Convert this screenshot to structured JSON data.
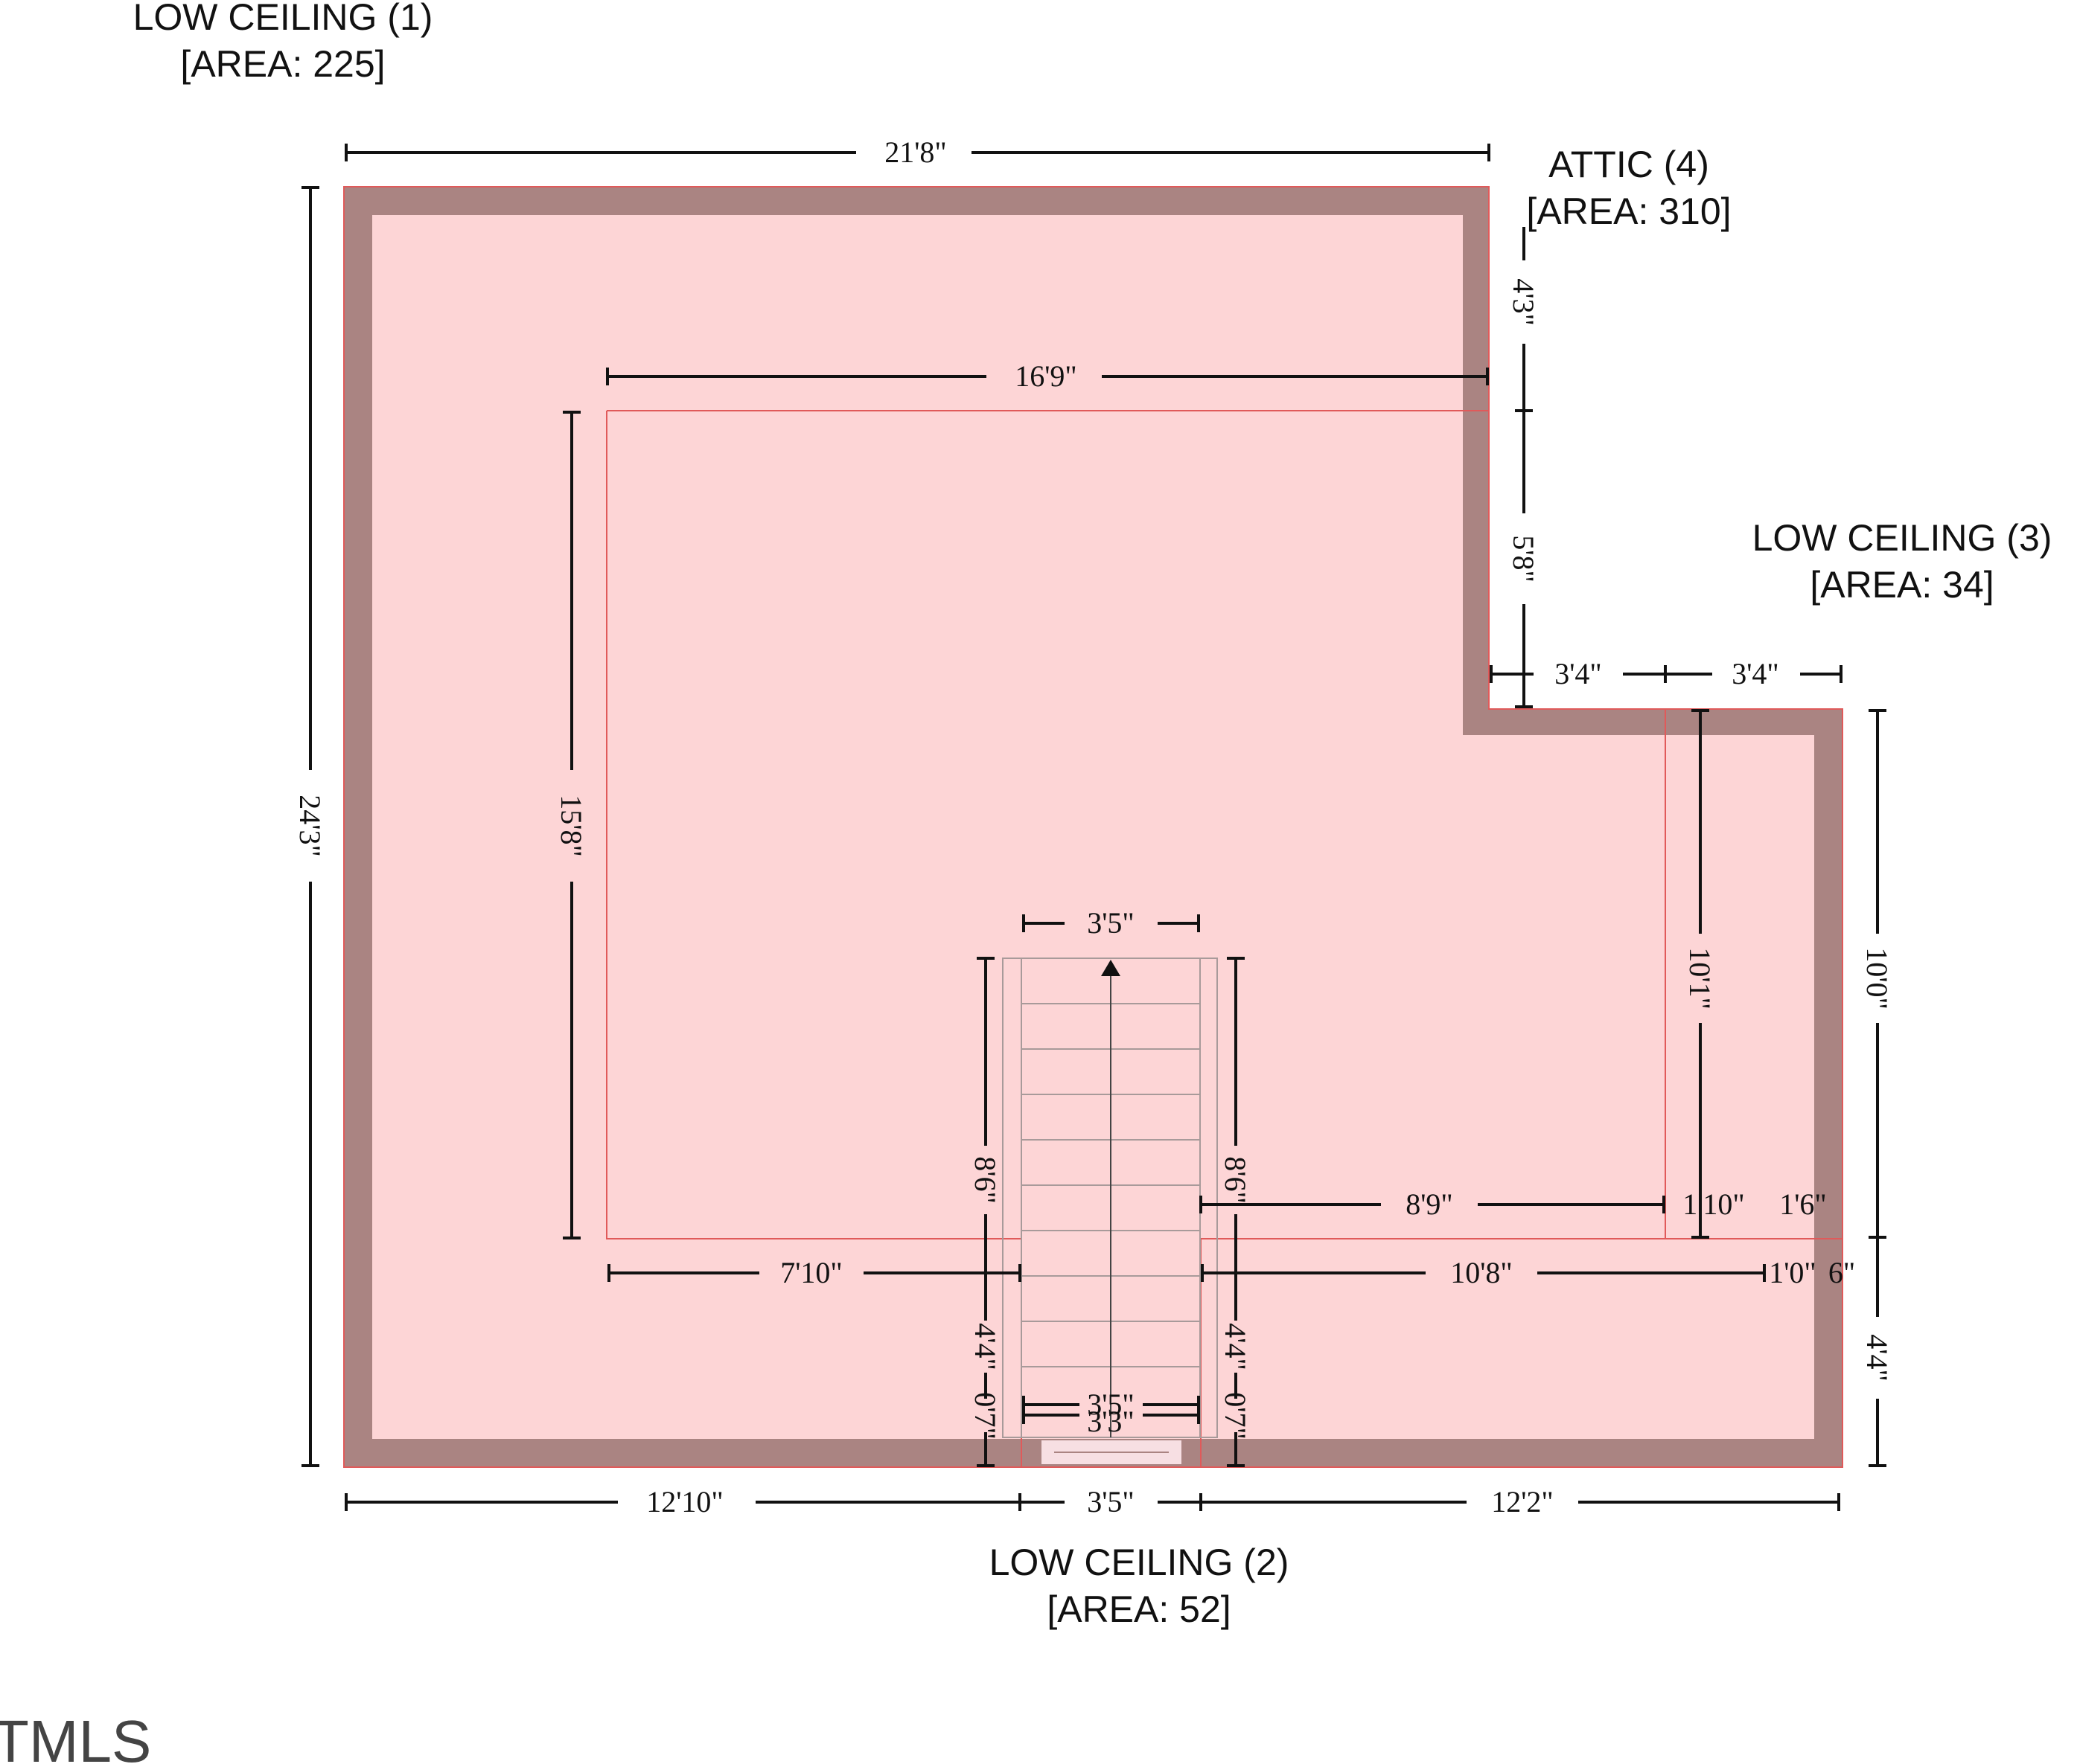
{
  "colors": {
    "floor_fill": "#fdd5d6",
    "wall_fill": "#aa8482",
    "room_line": "#e05a5a",
    "dim_line": "#111111",
    "stair_line": "#a89a9a",
    "door_fill": "#f7dfe3"
  },
  "rooms": {
    "low_ceiling_1": {
      "name": "LOW CEILING (1)",
      "area": "[AREA: 225]"
    },
    "attic_4": {
      "name": "ATTIC (4)",
      "area": "[AREA: 310]"
    },
    "low_ceiling_3": {
      "name": "LOW CEILING (3)",
      "area": "[AREA: 34]"
    },
    "low_ceiling_2": {
      "name": "LOW CEILING (2)",
      "area": "[AREA: 52]"
    }
  },
  "dimensions": {
    "top_width": "21'8\"",
    "attic_width": "16'9\"",
    "left_height": "24'3\"",
    "attic_height": "15'8\"",
    "right_upper": "4'3\"",
    "right_mid": "5'8\"",
    "notch_left": "3'4\"",
    "notch_right": "3'4\"",
    "lc3_height": "10'1\"",
    "right_height_upper": "10'0\"",
    "right_height_lower": "4'4\"",
    "stair_width_top": "3'5\"",
    "stair_left_height": "8'6\"",
    "stair_right_height": "8'6\"",
    "mid_right_span": "8'9\"",
    "lc3_inner_width": "1'10\"",
    "lc3_outer_width": "1'6\"",
    "left_lower_span": "7'10\"",
    "right_lower_span": "10'8\"",
    "right_end_small": "1'0\"",
    "right_end_small_b": "6\"",
    "stair_left_lower": "4'4\"",
    "stair_right_lower": "4'4\"",
    "stair_left_tiny": "0'7\"",
    "stair_right_tiny": "0'7\"",
    "stair_width_low_a": "3'5\"",
    "stair_width_low_b": "3'3\"",
    "bottom_left": "12'10\"",
    "bottom_mid": "3'5\"",
    "bottom_right": "12'2\""
  },
  "watermark": {
    "text": "TMLS"
  },
  "icons": {
    "stair_arrow": "arrow-up-icon"
  }
}
